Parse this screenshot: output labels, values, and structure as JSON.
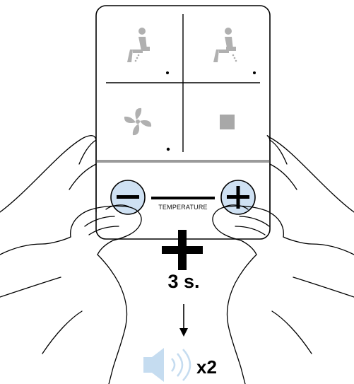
{
  "remote": {
    "buttons": [
      {
        "name": "rear-wash",
        "icon": "rear-wash-icon"
      },
      {
        "name": "front-wash",
        "icon": "front-wash-icon"
      },
      {
        "name": "dryer",
        "icon": "fan-icon"
      },
      {
        "name": "stop",
        "icon": "stop-square-icon"
      }
    ],
    "temperature_label": "TEMPERATURE",
    "minus_symbol": "−",
    "plus_symbol": "+"
  },
  "instruction": {
    "combine_symbol": "+",
    "hold_time": "3 s.",
    "result_icon": "speaker-icon",
    "repeat_count": "x2"
  },
  "colors": {
    "button_fill": "#cfe1f3",
    "icon_gray": "#b0b0b0",
    "speaker_blue": "#c5dcf0",
    "divider_gray": "#9a9a9a"
  }
}
